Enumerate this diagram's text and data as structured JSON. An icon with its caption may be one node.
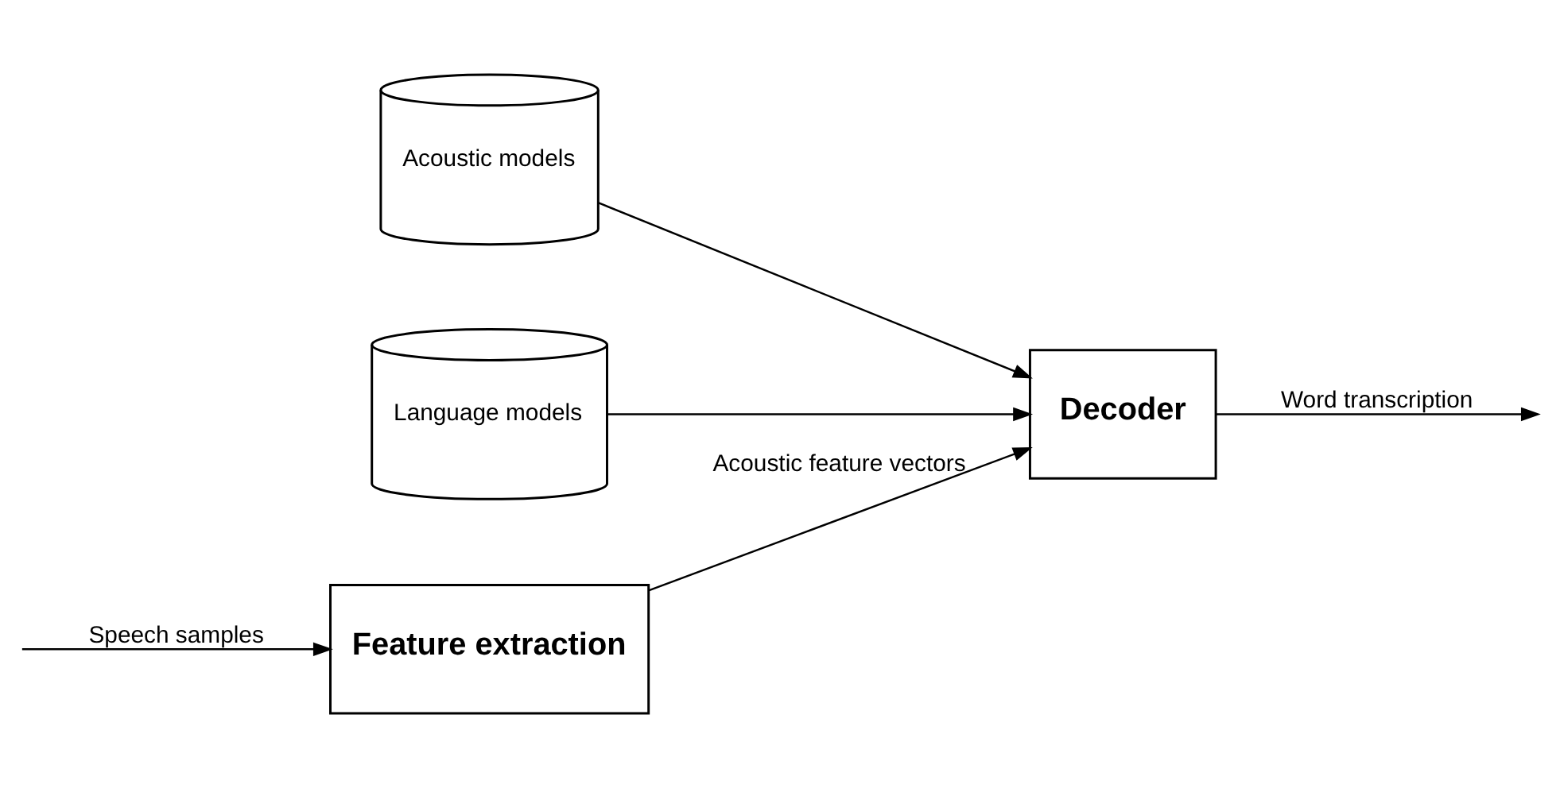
{
  "diagram": {
    "nodes": [
      {
        "text": [
          "Feature extraction"
        ]
      },
      {
        "text": [
          "Decoder"
        ]
      },
      {
        "text": [
          "Acoustic models"
        ]
      },
      {
        "text": [
          "Language models"
        ]
      }
    ],
    "edges": [
      {
        "from": null,
        "to": 0,
        "arrow": "to",
        "label": "Speech samples"
      },
      {
        "from": 0,
        "to": 1,
        "arrow": "to",
        "label": "Acoustic feature vectors"
      },
      {
        "from": 1,
        "to": null,
        "arrow": "to",
        "label": "Word transcription"
      },
      {
        "from": 2,
        "to": 1,
        "arrow": "to"
      },
      {
        "from": 3,
        "to": 1,
        "arrow": "to"
      }
    ]
  }
}
